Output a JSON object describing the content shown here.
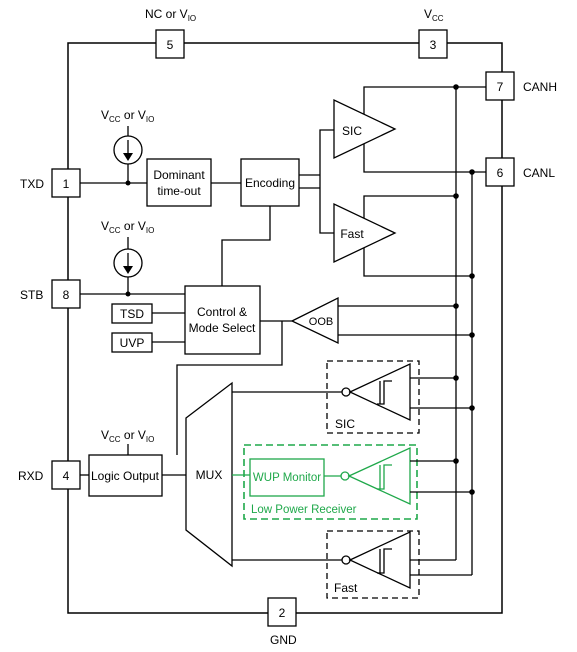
{
  "pins": {
    "txd": {
      "number": "1",
      "name": "TXD"
    },
    "gnd": {
      "number": "2",
      "name": "GND"
    },
    "vcc": {
      "number": "3",
      "name": "V",
      "sub": "CC"
    },
    "rxd": {
      "number": "4",
      "name": "RXD"
    },
    "nc": {
      "number": "5",
      "name_prefix": "NC or V",
      "sub": "IO"
    },
    "canl": {
      "number": "6",
      "name": "CANL"
    },
    "canh": {
      "number": "7",
      "name": "CANH"
    },
    "stb": {
      "number": "8",
      "name": "STB"
    }
  },
  "supply_label": {
    "v": "V",
    "cc": "CC",
    "or": " or V",
    "io": "IO"
  },
  "blocks": {
    "dominant_line1": "Dominant",
    "dominant_line2": "time-out",
    "encoding": "Encoding",
    "control_line1": "Control &",
    "control_line2": "Mode Select",
    "tsd": "TSD",
    "uvp": "UVP",
    "oob": "OOB",
    "sic": "SIC",
    "fast": "Fast",
    "mux": "MUX",
    "logic_output": "Logic Output",
    "wup_monitor": "WUP Monitor",
    "low_power_receiver": "Low Power Receiver",
    "rx_sic": "SIC",
    "rx_fast": "Fast"
  },
  "colors": {
    "line": "#000000",
    "accent": "#1fa84a"
  }
}
